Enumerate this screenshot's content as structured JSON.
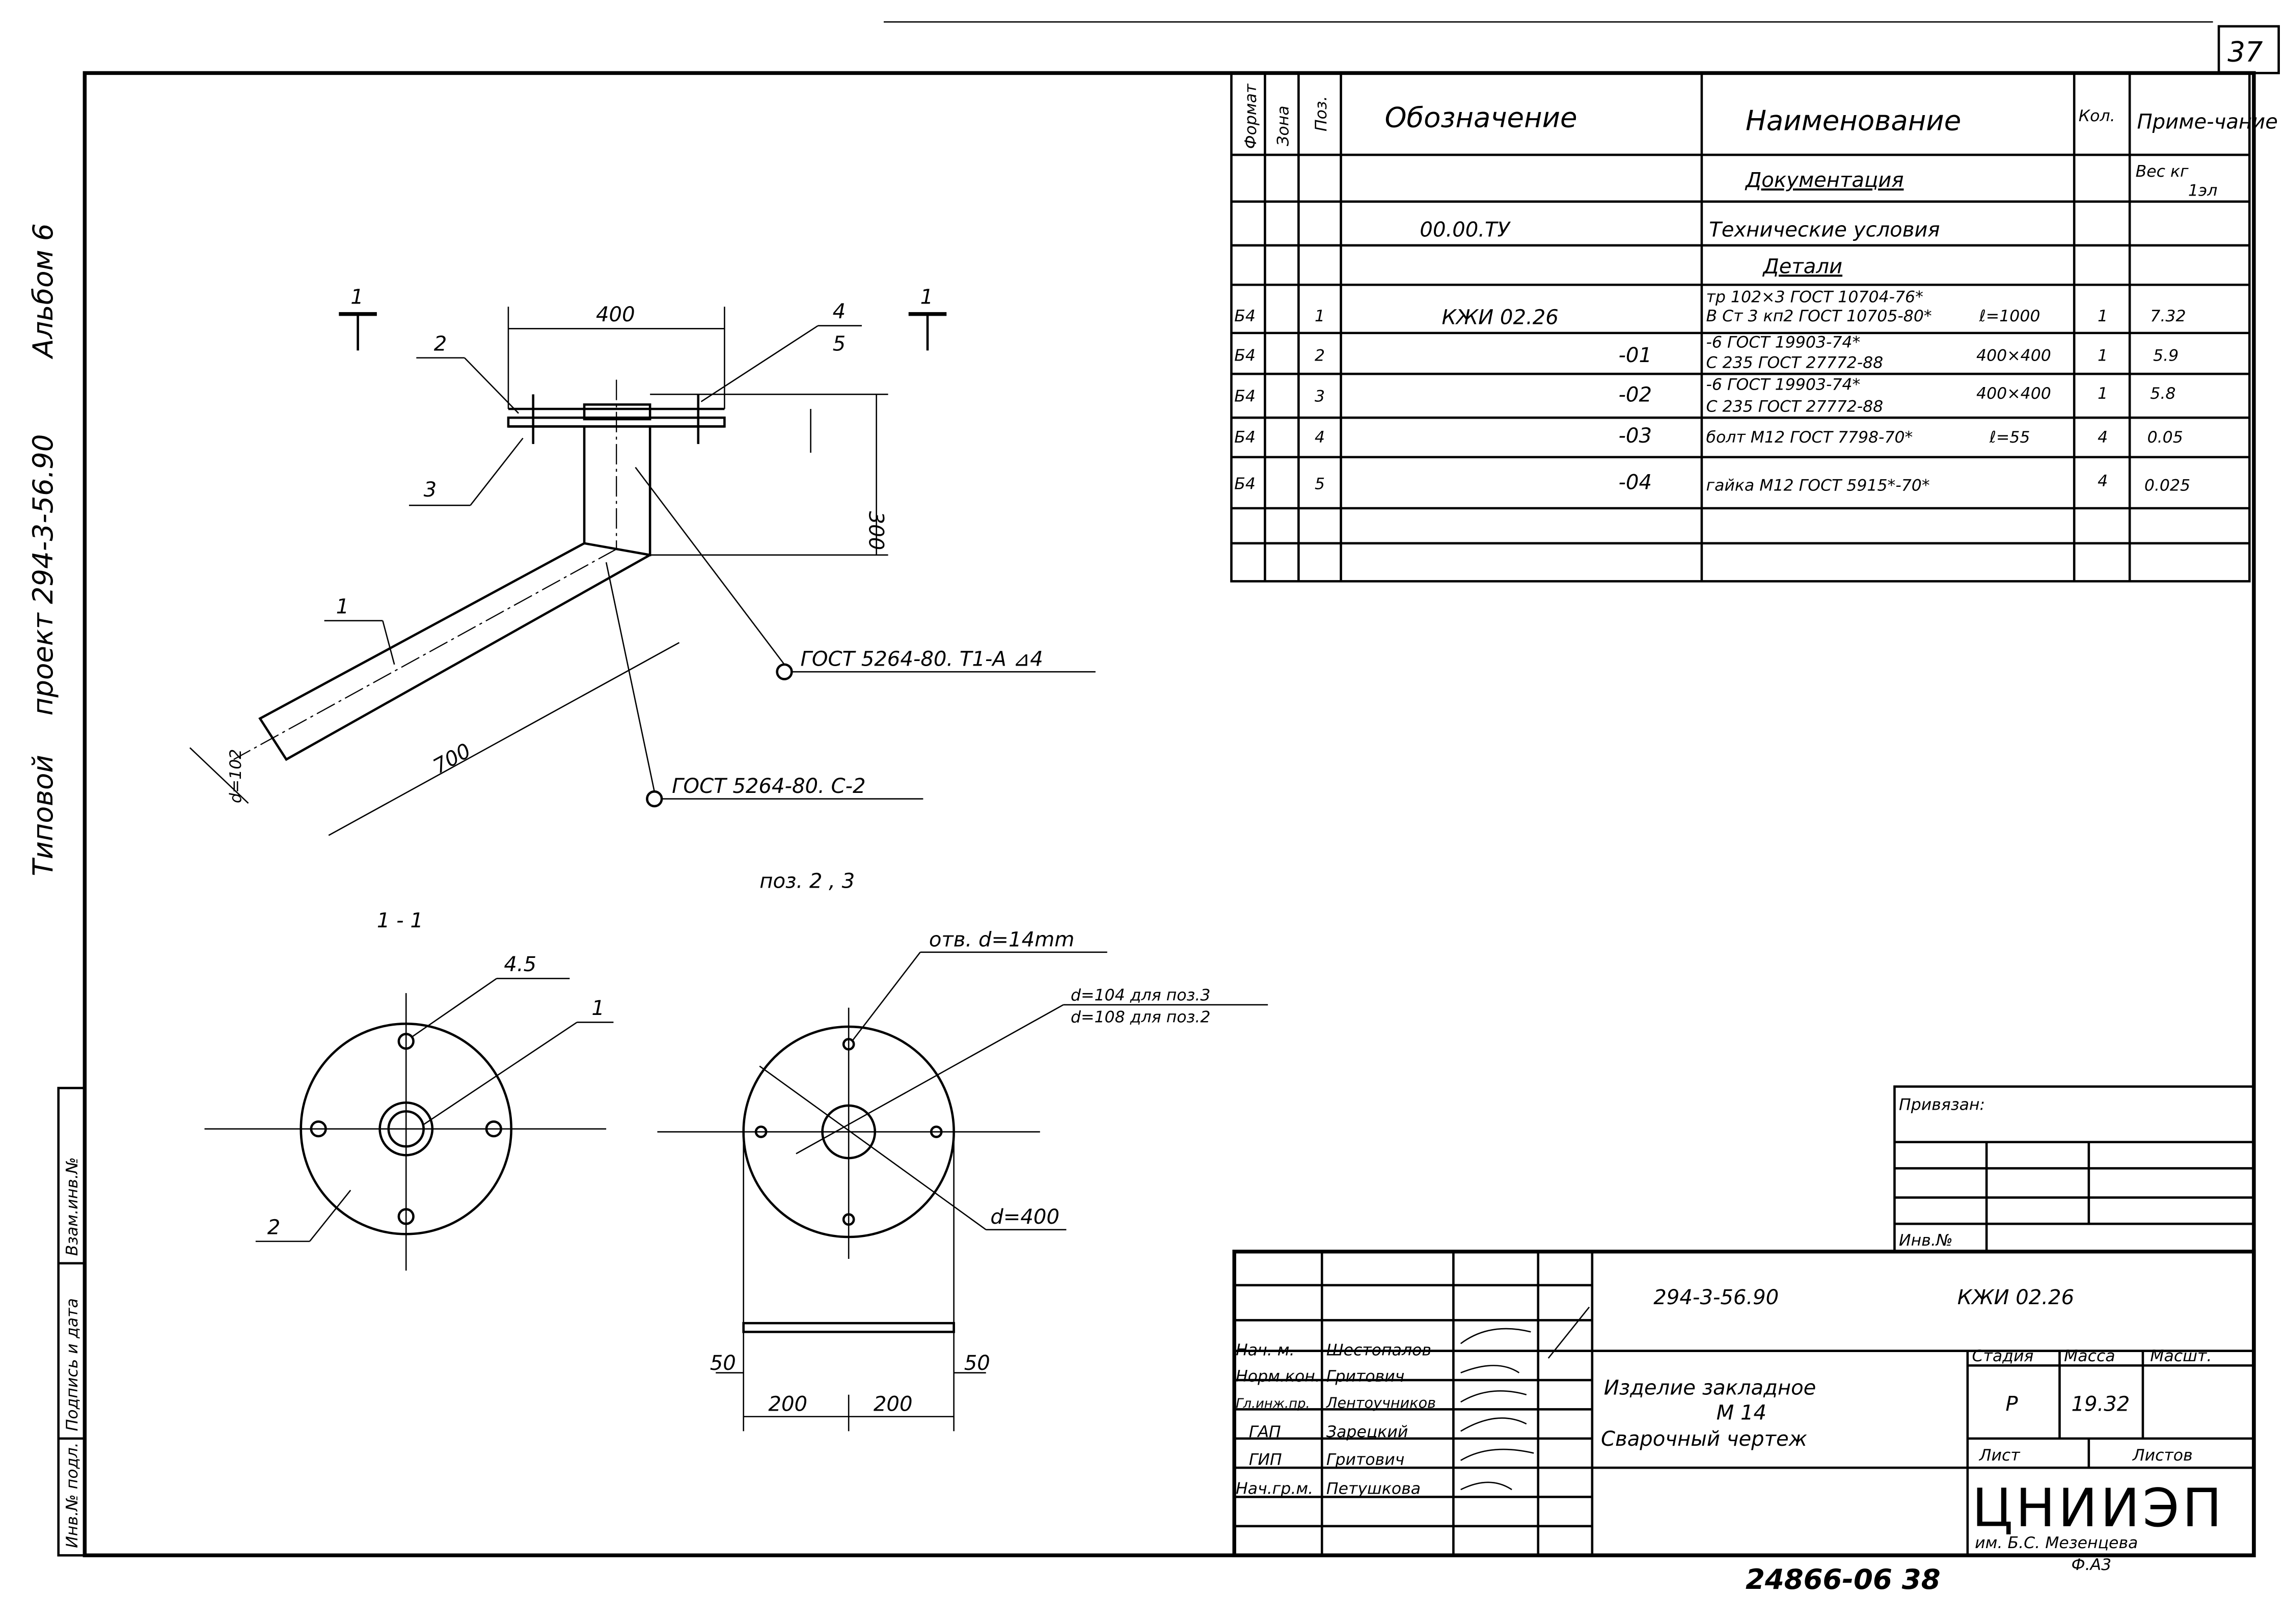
{
  "sheet_number": "37",
  "margin_text": {
    "series": "Типовой",
    "project": "проект 294-3-56.90",
    "album": "Альбом 6"
  },
  "side_stamp": [
    "Инв.№ подл.",
    "Подпись и дата",
    "Взам.инв.№"
  ],
  "spec_table": {
    "headers": [
      "Формат",
      "Зона",
      "Поз.",
      "Обозначение",
      "Наименование",
      "Кол.",
      "Приме-чание"
    ],
    "note_header": [
      "Вес кг",
      "1эл"
    ],
    "section_docs": "Документация",
    "doc_row": {
      "designation": "00.00.ТУ",
      "name": "Технические условия"
    },
    "section_parts": "Детали",
    "rows": [
      {
        "format": "Б4",
        "pos": "1",
        "designation": "КЖИ 02.26",
        "name_top": "тр 102×3 ГОСТ 10704-76*",
        "name_bottom": "В Ст 3 кп2 ГОСТ 10705-80*",
        "size": "ℓ=1000",
        "qty": "1",
        "note": "7.32"
      },
      {
        "format": "Б4",
        "pos": "2",
        "designation": "-01",
        "name_top": "-6 ГОСТ 19903-74*",
        "name_bottom": "С 235 ГОСТ 27772-88",
        "size": "400×400",
        "qty": "1",
        "note": "5.9"
      },
      {
        "format": "Б4",
        "pos": "3",
        "designation": "-02",
        "name_top": "-6 ГОСТ 19903-74*",
        "name_bottom": "С 235 ГОСТ 27772-88",
        "size": "400×400",
        "qty": "1",
        "note": "5.8"
      },
      {
        "format": "Б4",
        "pos": "4",
        "designation": "-03",
        "name_top": "болт М12 ГОСТ 7798-70*",
        "name_bottom": "",
        "size": "ℓ=55",
        "qty": "4",
        "note": "0.05"
      },
      {
        "format": "Б4",
        "pos": "5",
        "designation": "-04",
        "name_top": "гайка М12 ГОСТ 5915*-70*",
        "name_bottom": "",
        "size": "",
        "qty": "4",
        "note": "0.025"
      }
    ]
  },
  "drawing": {
    "section_mark": "1",
    "dim_400": "400",
    "dim_300": "300",
    "dim_700": "700",
    "dim_d": "d=102",
    "callouts": [
      "1",
      "2",
      "3",
      "4",
      "5"
    ],
    "weld_1": "ГОСТ 5264-80. Т1-А ⊿4",
    "weld_2": "ГОСТ 5264-80. С-2",
    "section_title": "1 - 1",
    "plate_title": "поз. 2 , 3",
    "callout_45": "4.5",
    "hole_note": "отв. d=14mm",
    "d_note_1": "d=104 для поз.3",
    "d_note_2": "d=108 для поз.2",
    "d_400": "d=400",
    "dim_50": "50",
    "dim_200": "200"
  },
  "binding": {
    "attached": "Привязан:",
    "inv": "Инв.№"
  },
  "title_block": {
    "project_code": "294-3-56.90",
    "doc_code": "КЖИ 02.26",
    "title_lines": [
      "Изделие закладное",
      "М 14",
      "Сварочный чертеж"
    ],
    "stage_label": "Стадия",
    "mass_label": "Масса",
    "scale_label": "Масшт.",
    "stage": "Р",
    "mass": "19.32",
    "sheet_label": "Лист",
    "sheets_label": "Листов",
    "org": "ЦНИИЭП",
    "org_sub": "им. Б.С. Мезенцева",
    "signers": [
      {
        "role": "Нач. м.",
        "name": "Шестопалов"
      },
      {
        "role": "Норм.кон.",
        "name": "Гритович"
      },
      {
        "role": "Гл.инж.пр.",
        "name": "Лентоучников"
      },
      {
        "role": "ГАП",
        "name": "Зарецкий"
      },
      {
        "role": "ГИП",
        "name": "Гритович"
      },
      {
        "role": "Нач.гр.м.",
        "name": "Петушкова"
      }
    ]
  },
  "format": "Ф.А3",
  "archive_number": "24866-06 38"
}
